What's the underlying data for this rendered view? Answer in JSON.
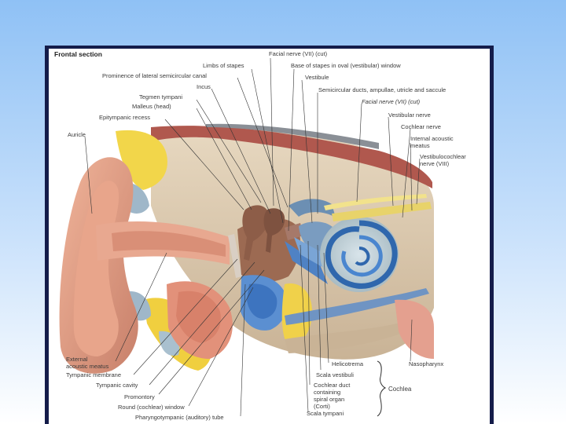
{
  "slide": {
    "background_colors": [
      "#8fc1f5",
      "#ffffff"
    ],
    "frame_color": "#141c4a"
  },
  "figure": {
    "title": "Frontal section",
    "labels": {
      "facial_nerve_cut_top": "Facial nerve (VII) (cut)",
      "limbs_of_stapes": "Limbs of stapes",
      "base_of_stapes": "Base of stapes in oval (vestibular) window",
      "prominence_lateral_canal": "Prominence of lateral semicircular canal",
      "vestibule": "Vestibule",
      "incus": "Incus",
      "semicircular_ducts": "Semicircular ducts, ampullae, utricle and saccule",
      "tegmen_tympani": "Tegmen tympani",
      "malleus_head": "Malleus (head)",
      "facial_nerve_cut_right": "Facial nerve (VII) (cut)",
      "epitympanic_recess": "Epitympanic recess",
      "vestibular_nerve": "Vestibular nerve",
      "cochlear_nerve": "Cochlear nerve",
      "auricle": "Auricle",
      "internal_meatus_1": "Internal acoustic",
      "internal_meatus_2": "meatus",
      "vestibulocochlear_1": "Vestibulocochlear",
      "vestibulocochlear_2": "nerve (VIII)",
      "external_meatus_1": "External",
      "external_meatus_2": "acoustic meatus",
      "helicotrema": "Helicotrema",
      "nasopharynx": "Nasopharynx",
      "tympanic_membrane": "Tympanic membrane",
      "scala_vestibuli": "Scala vestibuli",
      "tympanic_cavity": "Tympanic cavity",
      "cochlear_duct_1": "Cochlear duct",
      "cochlear_duct_2": "containing",
      "cochlear_duct_3": "spiral organ",
      "cochlear_duct_4": "(Corti)",
      "cochlea": "Cochlea",
      "promontory": "Promontory",
      "round_window": "Round (cochlear) window",
      "scala_tympani": "Scala tympani",
      "pharyngotympanic_tube": "Pharyngotympanic (auditory) tube"
    }
  }
}
